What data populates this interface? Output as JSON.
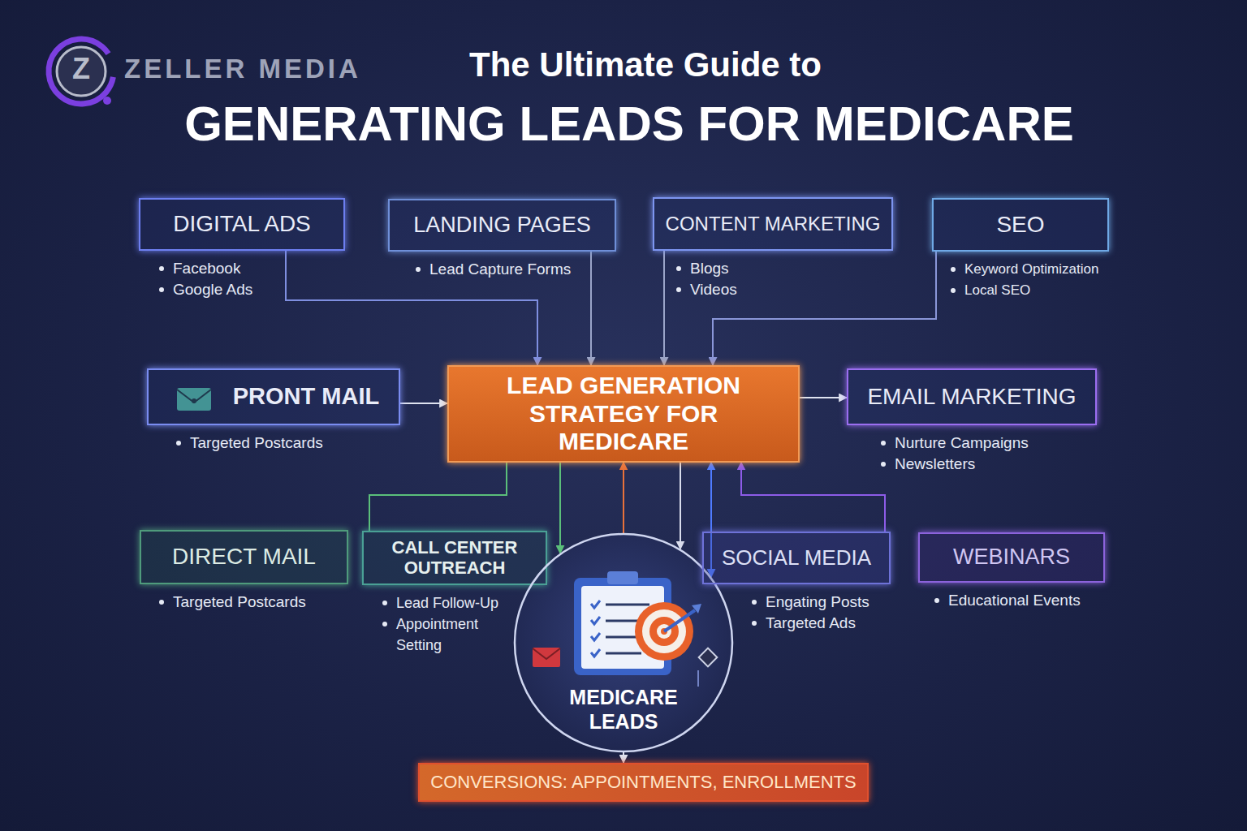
{
  "diagram": {
    "title": "GENERATING LEADS FOR MEDICARE",
    "nodes": [
      {
        "text": [
          "DIGITAL ADS",
          "Facebook",
          "Google Ads"
        ]
      },
      {
        "text": [
          "LANDING PAGES",
          "Lead Capture Forms"
        ]
      },
      {
        "text": [
          "CONTENT MARKETING",
          "Blogs",
          "Videos"
        ]
      },
      {
        "text": [
          "SEO",
          "Keyword Optimization",
          "Local SEO"
        ]
      },
      {
        "text": [
          "PRONT MAIL",
          "Targeted Postcards"
        ]
      },
      {
        "text": [
          "LEAD GENERATION STRATEGY FOR MEDICARE"
        ]
      },
      {
        "text": [
          "EMAIL MARKETING",
          "Nurture Campaigns",
          "Newsletters"
        ]
      },
      {
        "text": [
          "DIRECT MAIL",
          "Targeted Postcards"
        ]
      },
      {
        "text": [
          "CALL CENTER OUTREACH",
          "Lead Follow-Up",
          "Appointment Setting"
        ]
      },
      {
        "text": [
          "MEDICARE LEADS"
        ]
      },
      {
        "text": [
          "SOCIAL MEDIA",
          "Engating Posts",
          "Targeted Ads"
        ]
      },
      {
        "text": [
          "WEBINARS",
          "Educational Events"
        ]
      },
      {
        "text": [
          "CONVERSIONS: APPOINTMENTS, ENROLLMENTS"
        ]
      }
    ],
    "edges": [
      {
        "from": 0,
        "to": 5,
        "arrow": "to"
      },
      {
        "from": 1,
        "to": 5,
        "arrow": "to"
      },
      {
        "from": 2,
        "to": 5,
        "arrow": "to"
      },
      {
        "from": 3,
        "to": 5,
        "arrow": "to"
      },
      {
        "from": 4,
        "to": 5,
        "arrow": "to"
      },
      {
        "from": 5,
        "to": 6,
        "arrow": "to"
      },
      {
        "from": 5,
        "to": 8,
        "arrow": "none"
      },
      {
        "from": 5,
        "to": 9,
        "arrow": "to"
      },
      {
        "from": 9,
        "to": 5,
        "arrow": "to"
      },
      {
        "from": 5,
        "to": 9,
        "arrow": "to"
      },
      {
        "from": 5,
        "to": 9,
        "arrow": "both"
      },
      {
        "from": 10,
        "to": 5,
        "arrow": "to"
      },
      {
        "from": 9,
        "to": 12,
        "arrow": "to"
      }
    ],
    "labels": [
      "Z",
      "ZELLER MEDIA",
      "The Ultimate Guide to"
    ]
  }
}
